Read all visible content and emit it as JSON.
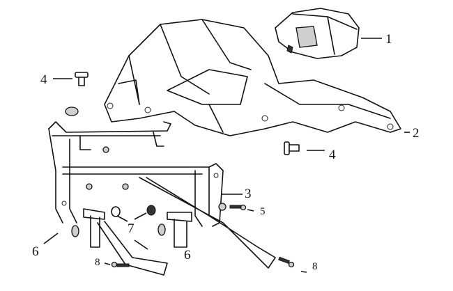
{
  "diagram": {
    "type": "exploded-parts-diagram",
    "callouts": [
      {
        "id": "1",
        "label": "1"
      },
      {
        "id": "2",
        "label": "2"
      },
      {
        "id": "3",
        "label": "3"
      },
      {
        "id": "4a",
        "label": "4"
      },
      {
        "id": "4b",
        "label": "4"
      },
      {
        "id": "5",
        "label": "5"
      },
      {
        "id": "6a",
        "label": "6"
      },
      {
        "id": "6b",
        "label": "6"
      },
      {
        "id": "7",
        "label": "7"
      },
      {
        "id": "8a",
        "label": "8"
      },
      {
        "id": "8b",
        "label": "8"
      }
    ]
  }
}
